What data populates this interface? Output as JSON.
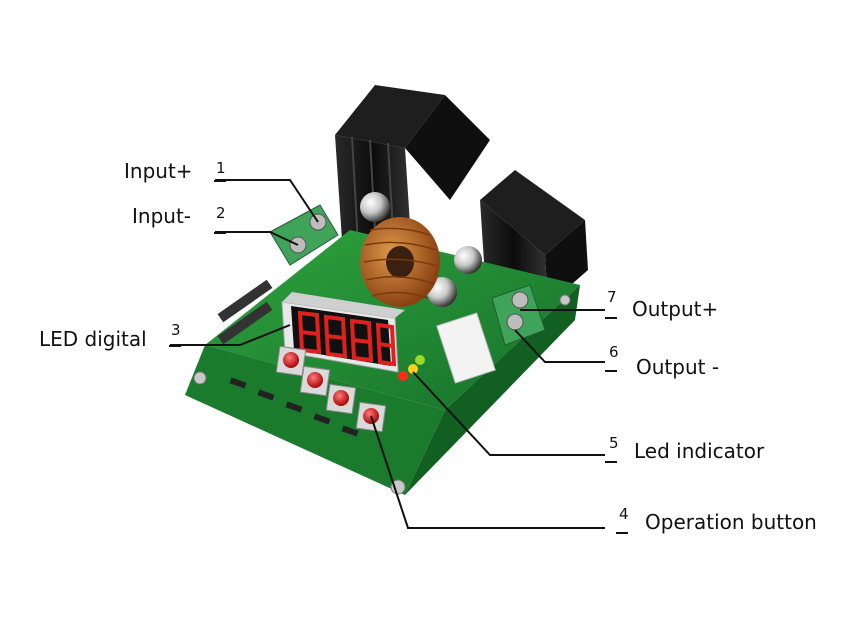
{
  "callouts": [
    {
      "number": "1",
      "label": "Input+"
    },
    {
      "number": "2",
      "label": "Input-"
    },
    {
      "number": "3",
      "label": "LED digital"
    },
    {
      "number": "7",
      "label": "Output+"
    },
    {
      "number": "6",
      "label": "Output -"
    },
    {
      "number": "5",
      "label": "Led indicator"
    },
    {
      "number": "4",
      "label": "Operation button"
    }
  ],
  "colors": {
    "pcb": "#1f8a2e",
    "heatsink": "#141414",
    "display_segments": "#e0201c",
    "terminal": "#3fa35a",
    "copper_coil": "#b5651d"
  },
  "icon_names": [
    "pcb-board-icon",
    "heatsink-icon",
    "inductor-coil-icon",
    "capacitor-icon",
    "led-display-icon",
    "push-button-icon",
    "screw-terminal-icon"
  ]
}
